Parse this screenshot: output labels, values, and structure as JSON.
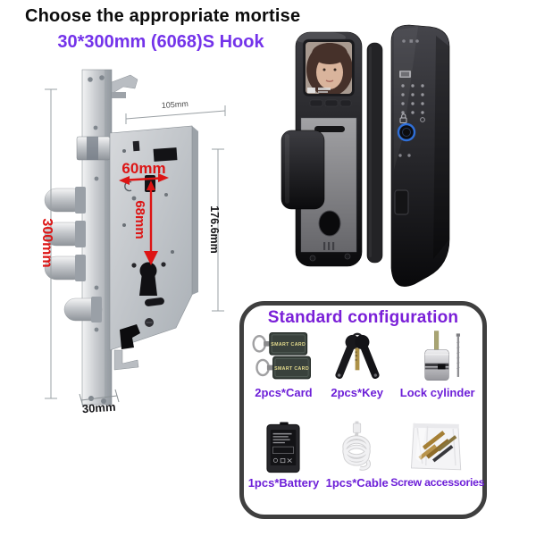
{
  "page": {
    "title": "Choose the appropriate mortise",
    "subtitle": "30*300mm (6068)S Hook"
  },
  "colors": {
    "accent_purple": "#7433ea",
    "caption_purple": "#6d1fd8",
    "dimension_red": "#dd1414",
    "dimension_dark": "#17171a",
    "fingerprint_ring_blue": "#2f6fd8"
  },
  "mortise_diagram": {
    "dim_total_height": "300mm",
    "dim_top_width": "105mm",
    "dim_backset": "60mm",
    "dim_center_distance": "68mm",
    "dim_body_height": "176.6mm",
    "dim_faceplate_width": "30mm"
  },
  "standard_configuration": {
    "title": "Standard configuration",
    "card_text": "SMART CARD",
    "items": [
      {
        "label": "2pcs*Card"
      },
      {
        "label": "2pcs*Key"
      },
      {
        "label": "Lock cylinder"
      },
      {
        "label": "1pcs*Battery"
      },
      {
        "label": "1pcs*Cable"
      },
      {
        "label": "Screw accessories"
      }
    ]
  }
}
